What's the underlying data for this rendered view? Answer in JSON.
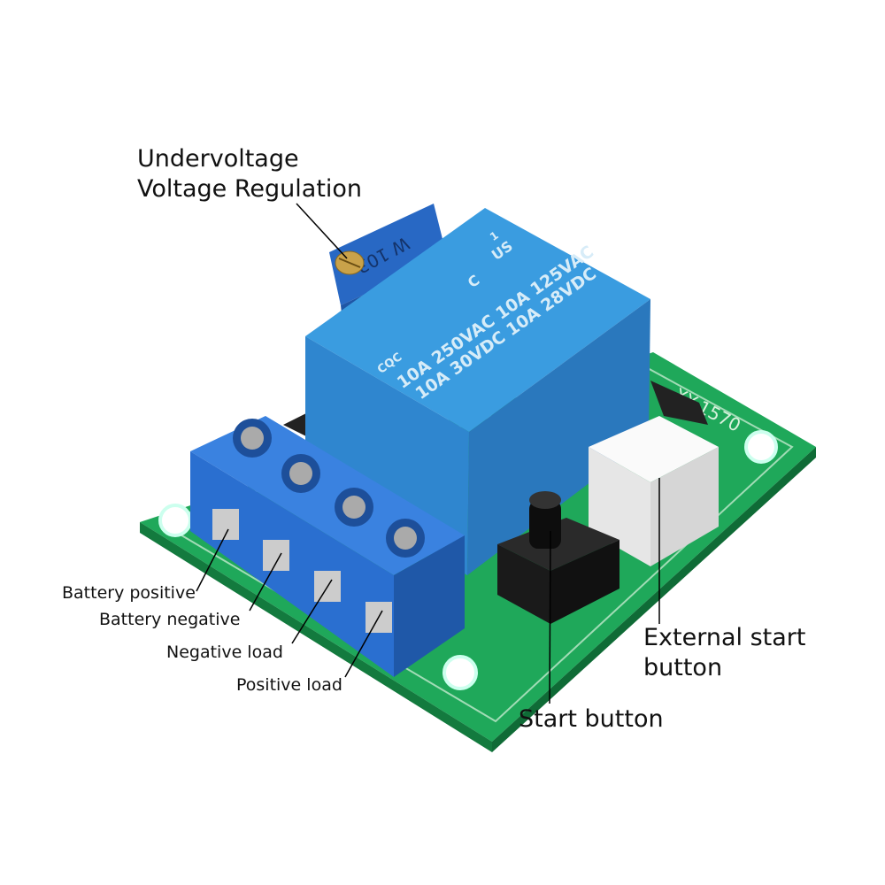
{
  "labels": {
    "potentiometer_line1": "Undervoltage",
    "potentiometer_line2": "Voltage Regulation",
    "battery_positive": "Battery positive",
    "battery_negative": "Battery negative",
    "negative_load": "Negative load",
    "positive_load": "Positive load",
    "start_button": "Start button",
    "external_start_line1": "External start",
    "external_start_line2": "button"
  },
  "relay_markings": {
    "line1": "10A 250VAC  10A 125VAC",
    "line2": "10A 30VDC  10A 28VDC",
    "cqc": "CQC",
    "ul_c": "C",
    "ul_us": "US",
    "ul_num": "1"
  },
  "potentiometer_marking": "W 103",
  "board_marking": "XY-1570",
  "colors": {
    "pcb": "#1fa85a",
    "relay": "#2f8fd6",
    "terminal": "#2a6fd0",
    "connector": "#f2f2f2",
    "button": "#1a1a1a"
  }
}
